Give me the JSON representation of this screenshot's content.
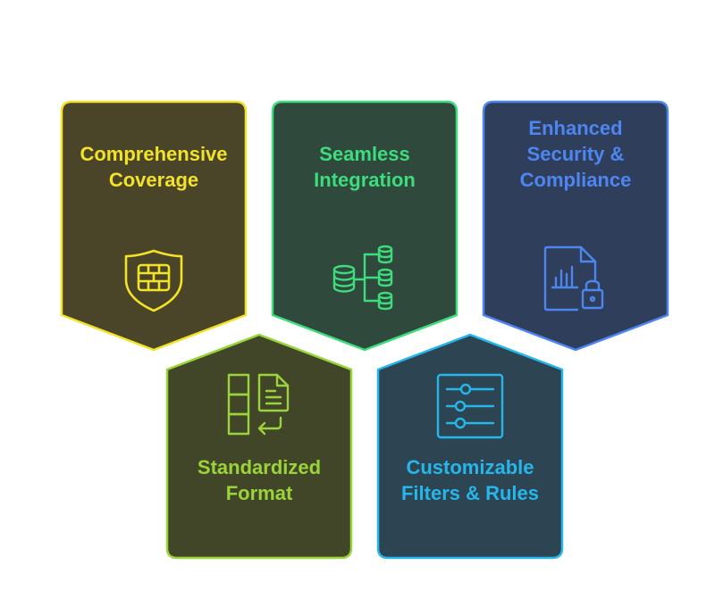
{
  "cards": [
    {
      "line1": "Comprehensive",
      "line2": "Coverage",
      "icon": "shield-firewall-icon",
      "stroke": "#f2e22a",
      "fill": "#4a4528"
    },
    {
      "line1": "Seamless",
      "line2": "Integration",
      "icon": "database-sync-icon",
      "stroke": "#3ddc7c",
      "fill": "#2f4a3c"
    },
    {
      "line1": "Enhanced",
      "line2": "Security &",
      "line3": "Compliance",
      "icon": "secure-report-icon",
      "stroke": "#4d86f0",
      "fill": "#2f3e5a"
    },
    {
      "line1": "Standardized",
      "line2": "Format",
      "icon": "document-format-icon",
      "stroke": "#9ad43a",
      "fill": "#424628"
    },
    {
      "line1": "Customizable",
      "line2": "Filters & Rules",
      "icon": "sliders-icon",
      "stroke": "#27b6ea",
      "fill": "#2d4453"
    }
  ]
}
